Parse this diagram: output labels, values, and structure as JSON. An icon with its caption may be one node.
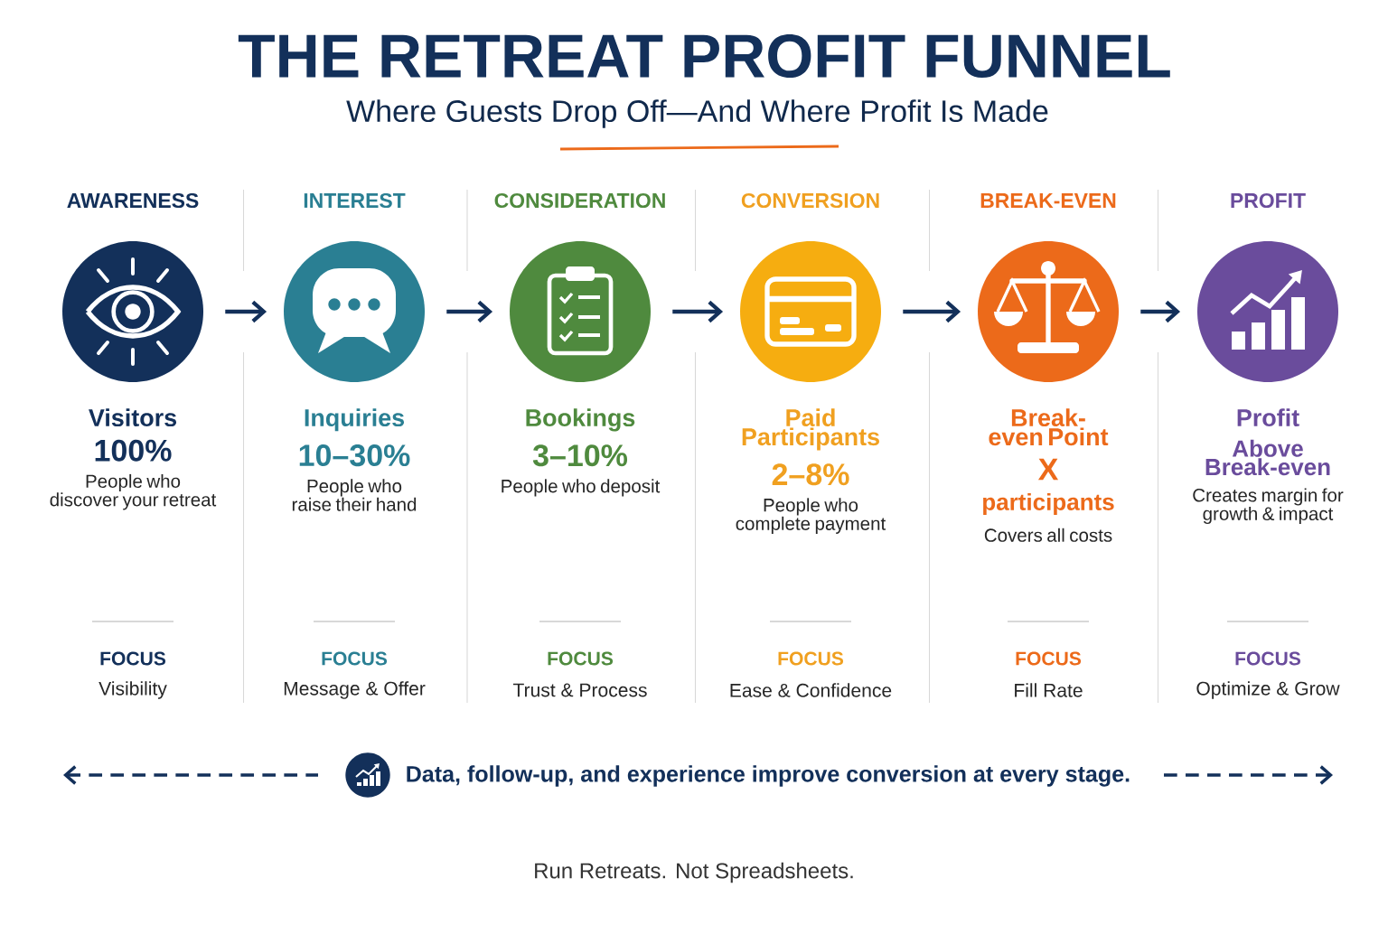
{
  "diagram": {
    "title": "THE RETREAT PROFIT FUNNEL",
    "nodes": [
      {
        "text": [],
        "shape": "circle",
        "beside": [
          "AWARENESS",
          "Visitors",
          "100%",
          "People who discover your retreat",
          "FOCUS",
          "Visibility"
        ]
      },
      {
        "text": [],
        "shape": "circle",
        "beside": [
          "INTEREST",
          "Inquiries",
          "10–30%",
          "People who raise their hand",
          "FOCUS",
          "Message & Offer"
        ]
      },
      {
        "text": [],
        "shape": "circle",
        "beside": [
          "CONSIDERATION",
          "Bookings",
          "3–10%",
          "People who deposit",
          "FOCUS",
          "Trust & Process"
        ]
      },
      {
        "text": [],
        "shape": "circle",
        "beside": [
          "CONVERSION",
          "Paid Participants",
          "2–8%",
          "People who complete payment",
          "FOCUS",
          "Ease & Confidence"
        ]
      },
      {
        "text": [],
        "shape": "circle",
        "beside": [
          "BREAK-EVEN",
          "Break-even Point",
          "X",
          "participants",
          "Covers all costs",
          "FOCUS",
          "Fill Rate"
        ]
      },
      {
        "text": [],
        "shape": "circle",
        "beside": [
          "PROFIT",
          "Profit",
          "Above Break-even",
          "Creates margin for growth & impact",
          "FOCUS",
          "Optimize & Grow"
        ]
      }
    ],
    "edges": [
      {
        "from": 0,
        "to": 1,
        "arrow": "to"
      },
      {
        "from": 1,
        "to": 2,
        "arrow": "to"
      },
      {
        "from": 2,
        "to": 3,
        "arrow": "to"
      },
      {
        "from": 3,
        "to": 4,
        "arrow": "to"
      },
      {
        "from": 4,
        "to": 5,
        "arrow": "to"
      }
    ],
    "labels": [
      "Where Guests Drop Off—And Where Profit Is Made",
      "Data, follow-up, and experience improve conversion at every stage.",
      "Run Retreats. Not Spreadsheets."
    ]
  }
}
